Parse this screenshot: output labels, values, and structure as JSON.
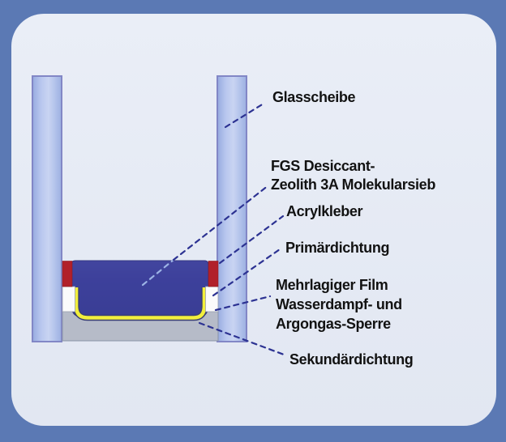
{
  "diagram_type": "insulating-glass-edge-seal-cross-section",
  "labels": {
    "glass_pane": "Glasscheibe",
    "desiccant_line1": "FGS Desiccant-",
    "desiccant_line2": "Zeolith 3A Molekularsieb",
    "acrylic": "Acrylkleber",
    "primary": "Primärdichtung",
    "film_line1": "Mehrlagiger Film",
    "film_line2": "Wasserdampf- und",
    "film_line3": "Argongas-Sperre",
    "secondary": "Sekundärdichtung"
  },
  "colors": {
    "frame": "#5b79b4",
    "panel": "#e6eaf4",
    "glass_pane": "#c9d4f2",
    "glass_pane_edge": "#8287c6",
    "desiccant": "#3c3f97",
    "acrylic_adhesive": "#b1202a",
    "primary_seal": "#fbfbfb",
    "film": "#f2ef3c",
    "film_outline": "#3a3f72",
    "secondary_seal": "#b6bbc8",
    "leader": "#2c3292",
    "leader_on_dark": "#9db4e6",
    "label_text": "#121212"
  }
}
